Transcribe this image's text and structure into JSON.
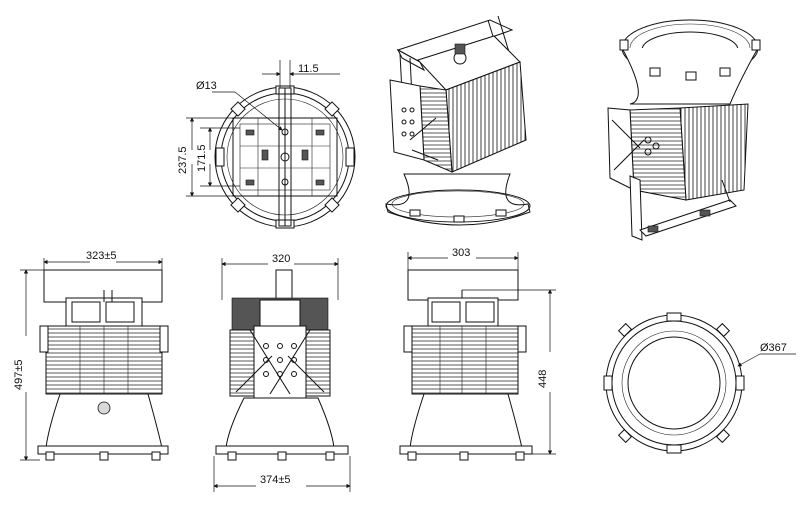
{
  "dimensions": {
    "bolt_hole": "Ø13",
    "slot_width": "11.5",
    "mount_height_outer": "237.5",
    "mount_height_inner": "171.5",
    "front_width": "323±5",
    "overall_height": "497±5",
    "side_width": "320",
    "base_width": "374±5",
    "back_width": "303",
    "back_height": "448",
    "reflector_diameter": "Ø367"
  }
}
